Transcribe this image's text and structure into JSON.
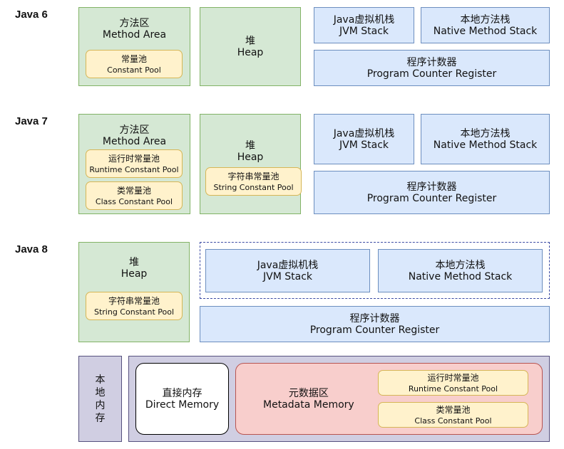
{
  "sections": {
    "java6": "Java 6",
    "java7": "Java 7",
    "java8": "Java 8"
  },
  "java6": {
    "method_area": {
      "cn": "方法区",
      "en": "Method Area"
    },
    "constant_pool": {
      "cn": "常量池",
      "en": "Constant Pool"
    },
    "heap": {
      "cn": "堆",
      "en": "Heap"
    },
    "jvm_stack": {
      "cn": "Java虚拟机栈",
      "en": "JVM Stack"
    },
    "native_stack": {
      "cn": "本地方法栈",
      "en": "Native Method Stack"
    },
    "pc_register": {
      "cn": "程序计数器",
      "en": "Program Counter Register"
    }
  },
  "java7": {
    "method_area": {
      "cn": "方法区",
      "en": "Method Area"
    },
    "runtime_pool": {
      "cn": "运行时常量池",
      "en": "Runtime Constant Pool"
    },
    "class_pool": {
      "cn": "类常量池",
      "en": "Class Constant Pool"
    },
    "heap": {
      "cn": "堆",
      "en": "Heap"
    },
    "string_pool": {
      "cn": "字符串常量池",
      "en": "String Constant Pool"
    },
    "jvm_stack": {
      "cn": "Java虚拟机栈",
      "en": "JVM Stack"
    },
    "native_stack": {
      "cn": "本地方法栈",
      "en": "Native Method Stack"
    },
    "pc_register": {
      "cn": "程序计数器",
      "en": "Program Counter Register"
    }
  },
  "java8": {
    "heap": {
      "cn": "堆",
      "en": "Heap"
    },
    "string_pool": {
      "cn": "字符串常量池",
      "en": "String Constant Pool"
    },
    "jvm_stack": {
      "cn": "Java虚拟机栈",
      "en": "JVM Stack"
    },
    "native_stack": {
      "cn": "本地方法栈",
      "en": "Native Method Stack"
    },
    "pc_register": {
      "cn": "程序计数器",
      "en": "Program Counter Register"
    },
    "native_memory": [
      "本",
      "地",
      "内",
      "存"
    ],
    "direct_memory": {
      "cn": "直接内存",
      "en": "Direct Memory"
    },
    "metadata_memory": {
      "cn": "元数据区",
      "en": "Metadata Memory"
    },
    "runtime_pool": {
      "cn": "运行时常量池",
      "en": "Runtime Constant Pool"
    },
    "class_pool": {
      "cn": "类常量池",
      "en": "Class Constant Pool"
    }
  }
}
